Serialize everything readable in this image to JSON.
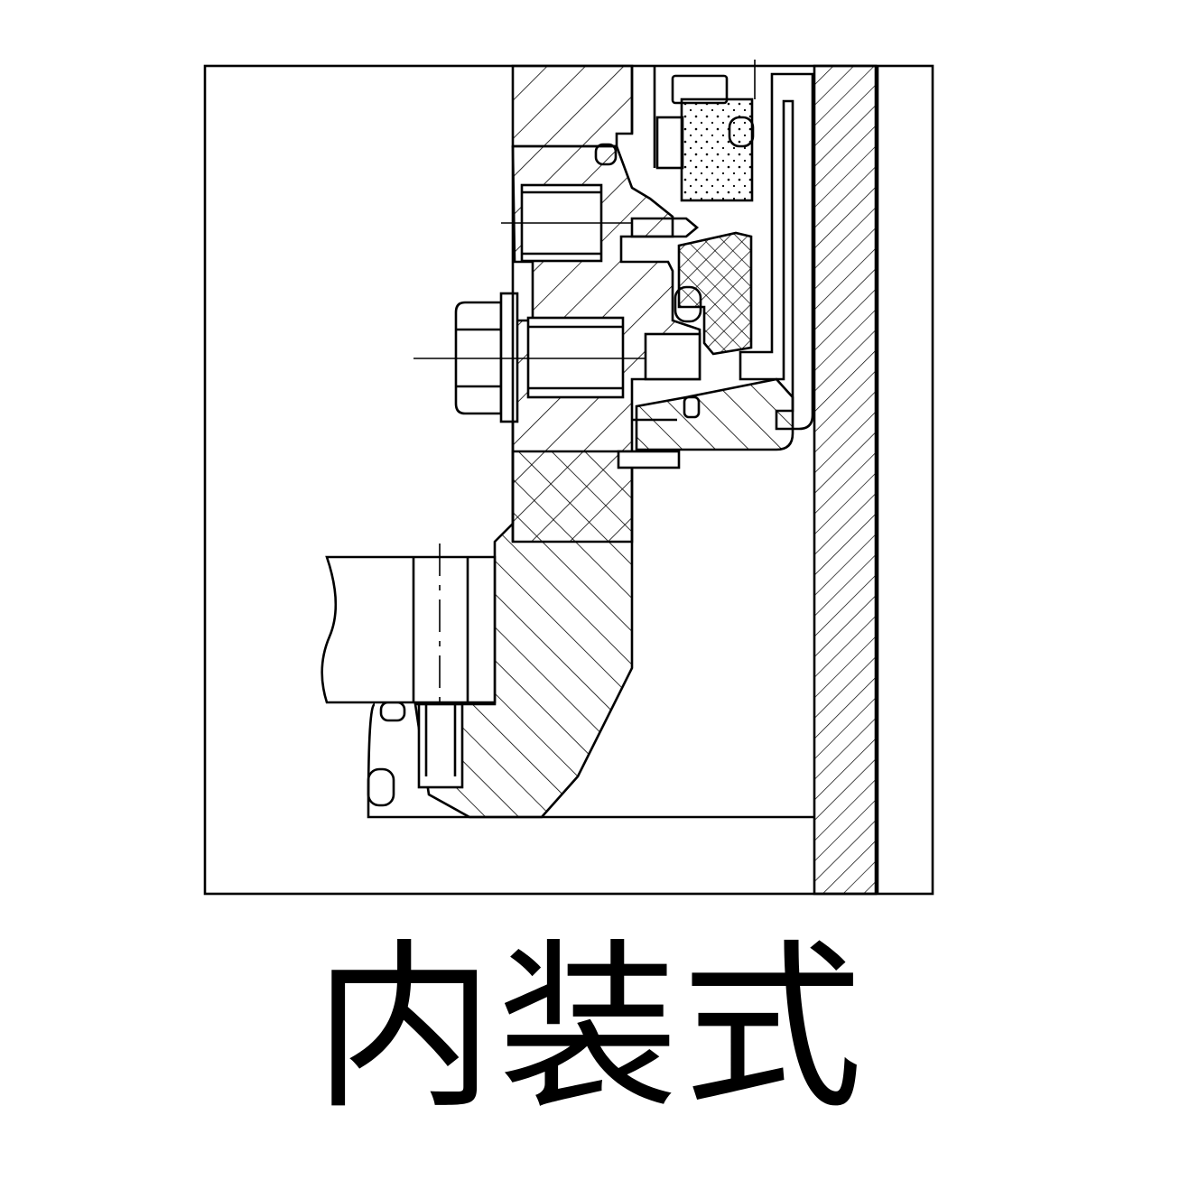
{
  "caption": "内装式",
  "colors": {
    "ink": "#000000",
    "paper": "#ffffff"
  },
  "hatch_patterns": [
    "diagonal-hatch",
    "cross-hatch",
    "stipple"
  ]
}
